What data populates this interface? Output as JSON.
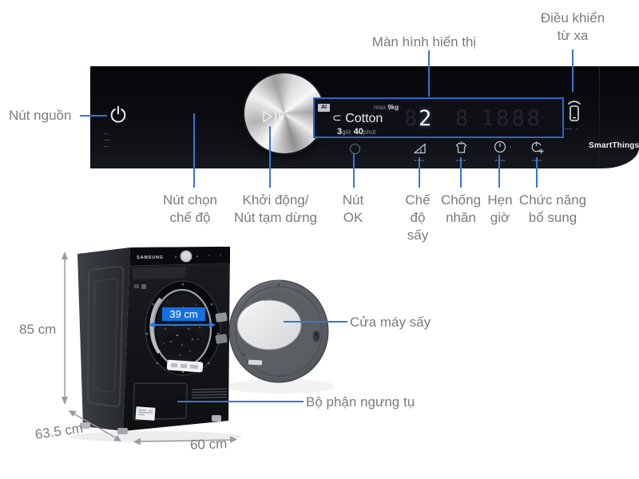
{
  "colors": {
    "annotation_blue": "#3577d4",
    "badge_blue": "#1571df",
    "display_outline_blue": "#2b66c8",
    "label_gray": "#7b7b7b",
    "panel_black": "#0b0d12"
  },
  "panel": {
    "labels": {
      "display_screen": "Màn hình hiển thị",
      "remote": {
        "line1": "Điều khiển",
        "line2": "từ xa"
      },
      "power": "Nút nguồn",
      "mode_knob": {
        "line1": "Nút chọn",
        "line2": "chế độ"
      },
      "start_pause": {
        "line1": "Khởi động/",
        "line2": "Nút tạm dừng"
      },
      "ok": {
        "line1": "Nút",
        "line2": "OK"
      },
      "dry_mode": {
        "line1": "Chế",
        "line2": "độ",
        "line3": "sấy"
      },
      "anti_wrinkle": {
        "line1": "Chống",
        "line2": "nhăn"
      },
      "timer": {
        "line1": "Hẹn",
        "line2": "giờ"
      },
      "extra_function": {
        "line1": "Chức năng",
        "line2": "bổ sung"
      }
    },
    "display": {
      "ai_badge": "AI",
      "max_load_prefix": "max",
      "max_load_value": "9kg",
      "program_icon": "⊂",
      "program": "Cotton",
      "time_hours": "3",
      "time_hours_unit": "giờ",
      "time_minutes": "40",
      "time_minutes_unit": "phút",
      "digit_ghost_left": "8",
      "digit_main": "2",
      "digit_ghost_mid": "8",
      "digit_ghost_right": "1888"
    },
    "smartthings": "SmartThings"
  },
  "machine": {
    "brand": "SAMSUNG",
    "opening_badge": "39 cm",
    "door_label": "Cửa máy sấy",
    "condenser_label": "Bộ phận ngưng tụ",
    "dim_height": "85 cm",
    "dim_depth": "63.5 cm",
    "dim_width": "60 cm"
  }
}
